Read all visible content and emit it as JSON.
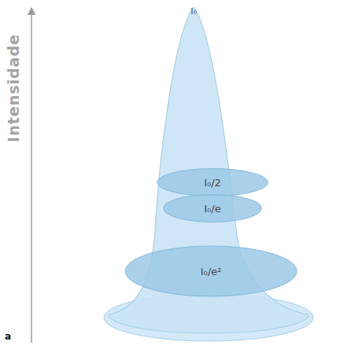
{
  "diagram": {
    "nodes": [
      {
        "text": [
          "I₀/2"
        ]
      },
      {
        "text": [
          "I₀/e"
        ]
      },
      {
        "text": [
          "I₀/e²"
        ]
      }
    ],
    "labels": [
      "I₀",
      "Intensidade",
      "a"
    ]
  }
}
